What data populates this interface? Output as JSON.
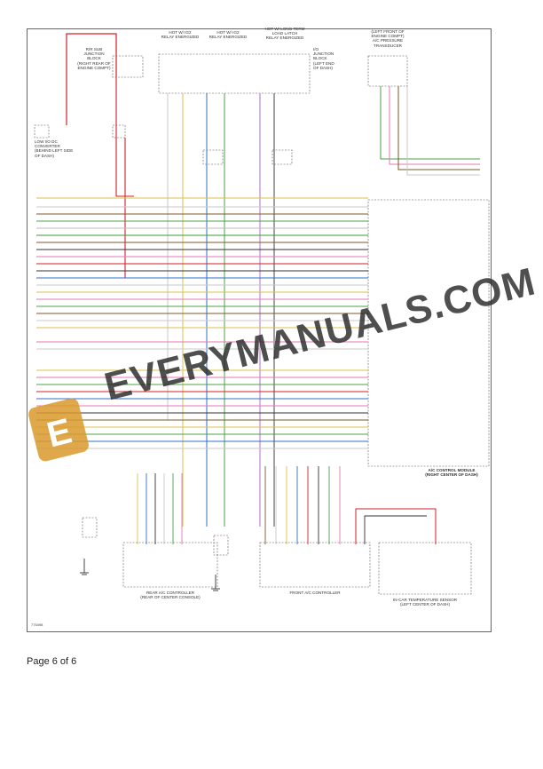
{
  "labels": {
    "hot_ign": "HOT W/ IG2\nRELAY ENERGIZED",
    "hot_ign_b": "HOT W/ IG2\nRELAY ENERGIZED",
    "hot_long": "HOT W/ LONG TERM\nLOAD LATCH\nRELAY ENERGIZED",
    "jb_rear": "R/R SUB\nJUNCTION\nBLOCK\n(RIGHT REAR OF\nENGINE COMPT)",
    "jb_dash": "I/O\nJUNCTION\nBLOCK\n(LEFT END\nOF DASH)",
    "converter": "LOW I/O DC\nCONVERTER\n(BEHIND LEFT SIDE\nOF DASH)",
    "pressure_sensor": "(LEFT FRONT OF\nENGINE COMPT)\nA/C PRESSURE\nTRANSDUCER",
    "module_name": "A/C CONTROL MODULE\n(RIGHT CENTER OF DASH)",
    "front_ctrl": "FRONT A/C CONTROLLER",
    "rear_ctrl": "REAR A/C CONTROLLER\n(REAR OF CENTER CONSOLE)",
    "temp_sensor": "IN-CAR TEMPERATURE SENSOR\n(LEFT CENTER OF DASH)",
    "watermark": "EVERYMANUALS.COM"
  },
  "page": {
    "label": "Page 6 of 6"
  },
  "figure_id": "775498"
}
